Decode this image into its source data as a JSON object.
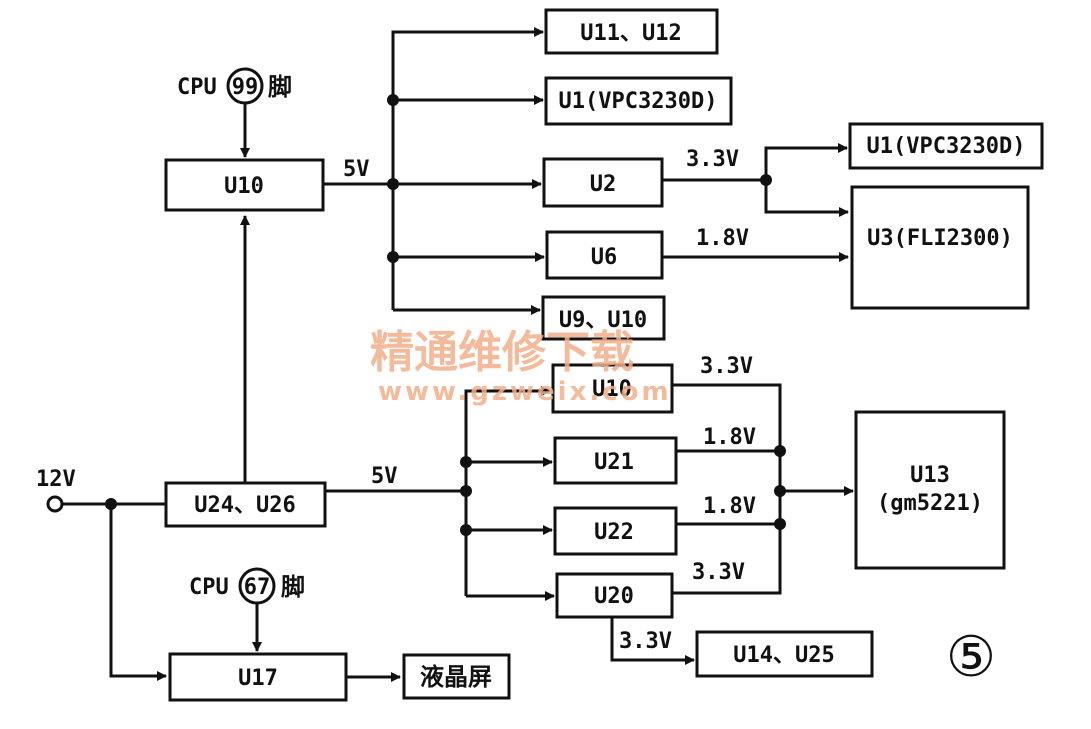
{
  "diagram": {
    "input_label": "12V",
    "cpu_label": "CPU",
    "pin_suffix": "脚",
    "cpu_pin_top": "99",
    "cpu_pin_bottom": "67",
    "blocks": {
      "u10_top": "U10",
      "u24_u26": "U24、U26",
      "u17": "U17",
      "lcd": "液晶屏",
      "u11_u12": "U11、U12",
      "u1_a": "U1(VPC3230D)",
      "u2": "U2",
      "u6": "U6",
      "u9_u10": "U9、U10",
      "u1_b": "U1(VPC3230D)",
      "u3": "U3(FLI2300)",
      "u10_mid": "U10",
      "u21": "U21",
      "u22": "U22",
      "u20": "U20",
      "u13": "U13",
      "u13_sub": "(gm5221)",
      "u14_u25": "U14、U25"
    },
    "voltages": {
      "v5_top": "5V",
      "v5_bottom": "5V",
      "v33_u2": "3.3V",
      "v18_u6": "1.8V",
      "v33_u10": "3.3V",
      "v18_u21": "1.8V",
      "v18_u22": "1.8V",
      "v33_u20": "3.3V",
      "v33_u14": "3.3V"
    },
    "figure_number": "⑤",
    "watermark": "精通维修下载",
    "watermark_url": "www.gzweix.com"
  }
}
